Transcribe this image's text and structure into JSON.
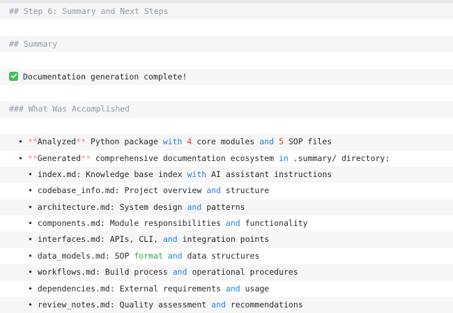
{
  "document": {
    "type": "terminal-markdown-output",
    "colors": {
      "background": "#ffffff",
      "stripe": "#f6f6f6",
      "text": "#24292e",
      "heading": "#8d9bab",
      "keyword": "#1e82e8",
      "number": "#e3342f",
      "emphasis": "#f08a7a",
      "string": "#2aa745",
      "check_green": "#41c256"
    }
  },
  "lines": [
    {
      "id": "step-heading",
      "kind": "heading",
      "indent": 0,
      "tokens": [
        {
          "t": "## Step 6: Summary and Next Steps",
          "c": "heading"
        }
      ]
    },
    {
      "id": "blank-1",
      "kind": "blank",
      "indent": 0,
      "tokens": []
    },
    {
      "id": "summary-heading",
      "kind": "heading",
      "indent": 0,
      "tokens": [
        {
          "t": "## Summary",
          "c": "heading"
        }
      ]
    },
    {
      "id": "blank-2",
      "kind": "blank",
      "indent": 0,
      "tokens": []
    },
    {
      "id": "completion-status",
      "kind": "status",
      "indent": 0,
      "icon": "check-mark-button",
      "tokens": [
        {
          "t": "Documentation generation complete!",
          "c": "plain"
        }
      ]
    },
    {
      "id": "blank-3",
      "kind": "blank",
      "indent": 0,
      "tokens": []
    },
    {
      "id": "accomplished-heading",
      "kind": "heading",
      "indent": 0,
      "tokens": [
        {
          "t": "### What Was Accomplished",
          "c": "heading"
        }
      ]
    },
    {
      "id": "blank-4",
      "kind": "blank",
      "indent": 0,
      "tokens": []
    },
    {
      "id": "bullet-analyzed",
      "kind": "bullet",
      "indent": 1,
      "tokens": [
        {
          "t": "**",
          "c": "em"
        },
        {
          "t": "Analyzed",
          "c": "plain"
        },
        {
          "t": "**",
          "c": "em"
        },
        {
          "t": " Python package ",
          "c": "plain"
        },
        {
          "t": "with",
          "c": "kw"
        },
        {
          "t": " ",
          "c": "plain"
        },
        {
          "t": "4",
          "c": "num"
        },
        {
          "t": " core modules ",
          "c": "plain"
        },
        {
          "t": "and",
          "c": "kw"
        },
        {
          "t": " ",
          "c": "plain"
        },
        {
          "t": "5",
          "c": "num"
        },
        {
          "t": " SOP files",
          "c": "plain"
        }
      ]
    },
    {
      "id": "bullet-generated",
      "kind": "bullet",
      "indent": 1,
      "tokens": [
        {
          "t": "**",
          "c": "em"
        },
        {
          "t": "Generated",
          "c": "plain"
        },
        {
          "t": "**",
          "c": "em"
        },
        {
          "t": " comprehensive documentation ecosystem ",
          "c": "plain"
        },
        {
          "t": "in",
          "c": "kw"
        },
        {
          "t": " .summary/ directory:",
          "c": "plain"
        }
      ]
    },
    {
      "id": "bullet-index-md",
      "kind": "bullet",
      "indent": 2,
      "tokens": [
        {
          "t": "index.md: Knowledge base index ",
          "c": "plain"
        },
        {
          "t": "with",
          "c": "kw"
        },
        {
          "t": " AI assistant instructions",
          "c": "plain"
        }
      ]
    },
    {
      "id": "bullet-codebase-info-md",
      "kind": "bullet",
      "indent": 2,
      "tokens": [
        {
          "t": "codebase_info.md: Project overview ",
          "c": "plain"
        },
        {
          "t": "and",
          "c": "kw"
        },
        {
          "t": " structure",
          "c": "plain"
        }
      ]
    },
    {
      "id": "bullet-architecture-md",
      "kind": "bullet",
      "indent": 2,
      "tokens": [
        {
          "t": "architecture.md: System design ",
          "c": "plain"
        },
        {
          "t": "and",
          "c": "kw"
        },
        {
          "t": " patterns",
          "c": "plain"
        }
      ]
    },
    {
      "id": "bullet-components-md",
      "kind": "bullet",
      "indent": 2,
      "tokens": [
        {
          "t": "components.md: Module responsibilities ",
          "c": "plain"
        },
        {
          "t": "and",
          "c": "kw"
        },
        {
          "t": " functionality",
          "c": "plain"
        }
      ]
    },
    {
      "id": "bullet-interfaces-md",
      "kind": "bullet",
      "indent": 2,
      "tokens": [
        {
          "t": "interfaces.md: APIs, CLI, ",
          "c": "plain"
        },
        {
          "t": "and",
          "c": "kw"
        },
        {
          "t": " integration points",
          "c": "plain"
        }
      ]
    },
    {
      "id": "bullet-data-models-md",
      "kind": "bullet",
      "indent": 2,
      "tokens": [
        {
          "t": "data_models.md: SOP ",
          "c": "plain"
        },
        {
          "t": "format",
          "c": "str"
        },
        {
          "t": " ",
          "c": "plain"
        },
        {
          "t": "and",
          "c": "kw"
        },
        {
          "t": " data structures",
          "c": "plain"
        }
      ]
    },
    {
      "id": "bullet-workflows-md",
      "kind": "bullet",
      "indent": 2,
      "tokens": [
        {
          "t": "workflows.md: Build process ",
          "c": "plain"
        },
        {
          "t": "and",
          "c": "kw"
        },
        {
          "t": " operational procedures",
          "c": "plain"
        }
      ]
    },
    {
      "id": "bullet-dependencies-md",
      "kind": "bullet",
      "indent": 2,
      "tokens": [
        {
          "t": "dependencies.md: External requirements ",
          "c": "plain"
        },
        {
          "t": "and",
          "c": "kw"
        },
        {
          "t": " usage",
          "c": "plain"
        }
      ]
    },
    {
      "id": "bullet-review-notes-md",
      "kind": "bullet",
      "indent": 2,
      "tokens": [
        {
          "t": "review_notes.md: Quality assessment ",
          "c": "plain"
        },
        {
          "t": "and",
          "c": "kw"
        },
        {
          "t": " recommendations",
          "c": "plain"
        }
      ]
    }
  ]
}
